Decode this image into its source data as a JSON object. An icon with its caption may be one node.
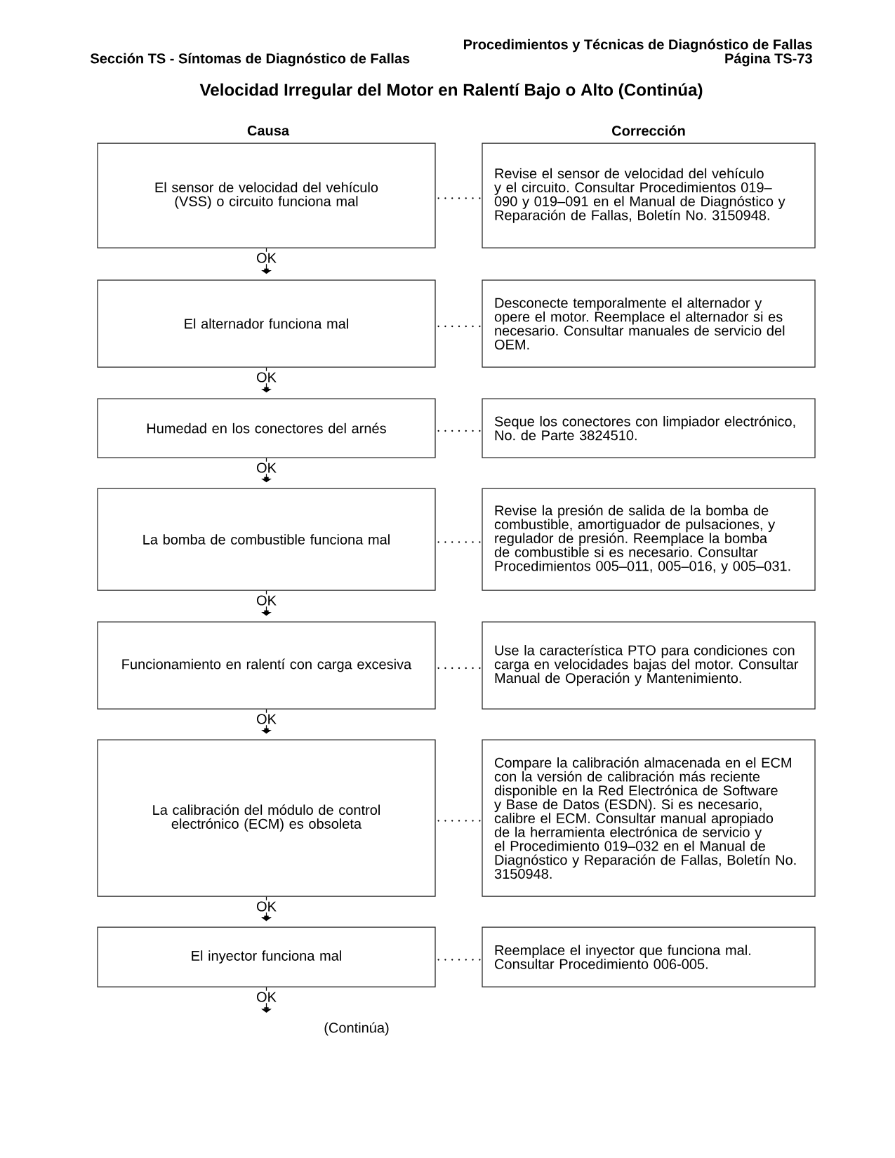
{
  "diagram": {
    "title": "Velocidad Irregular del Motor en Ralentí Bajo o Alto (Continúa)",
    "nodes": [
      {
        "text": [
          "El sensor de velocidad del vehículo (VSS) o circuito funciona mal"
        ]
      },
      {
        "text": [
          "Revise el sensor de velocidad del vehículo y el circuito. Consultar Procedimientos 019–090 y 019–091 en el Manual de Diagnóstico y Reparación de Fallas, Boletín No. 3150948."
        ]
      },
      {
        "text": [
          "El alternador funciona mal"
        ]
      },
      {
        "text": [
          "Desconecte temporalmente el alternador y opere el motor. Reemplace el alternador si es necesario. Consultar manuales de servicio del OEM."
        ]
      },
      {
        "text": [
          "Humedad en los conectores del arnés"
        ]
      },
      {
        "text": [
          "Seque los conectores con limpiador electrónico, No. de Parte 3824510."
        ]
      },
      {
        "text": [
          "La bomba de combustible funciona mal"
        ]
      },
      {
        "text": [
          "Revise la presión de salida de la bomba de combustible, amortiguador de pulsaciones, y regulador de presión. Reemplace la bomba de combustible si es necesario. Consultar Procedimientos 005–011, 005–016, y 005–031."
        ]
      },
      {
        "text": [
          "Funcionamiento en ralentí con carga excesiva"
        ]
      },
      {
        "text": [
          "Use la característica PTO para condiciones con carga en velocidades bajas del motor. Consultar Manual de Operación y Mantenimiento."
        ]
      },
      {
        "text": [
          "La calibración del módulo de control electrónico (ECM) es obsoleta"
        ]
      },
      {
        "text": [
          "Compare la calibración almacenada en el ECM con la versión de calibración más reciente disponible en la Red Electrónica de Software y Base de Datos (ESDN). Si es necesario, calibre el ECM. Consultar manual apropiado de la herramienta electrónica de servicio y el Procedimiento 019–032 en el Manual de Diagnóstico y Reparación de Fallas, Boletín No. 3150948."
        ]
      },
      {
        "text": [
          "El inyector funciona mal"
        ]
      },
      {
        "text": [
          "Reemplace el inyector que funciona mal. Consultar Procedimiento 006-005."
        ]
      }
    ],
    "edges": [
      {
        "from": 0,
        "to": 1,
        "arrow": "none",
        "style": "dashed"
      },
      {
        "from": 0,
        "to": 2,
        "arrow": "to",
        "label": "OK"
      },
      {
        "from": 2,
        "to": 3,
        "arrow": "none",
        "style": "dashed"
      },
      {
        "from": 2,
        "to": 4,
        "arrow": "to",
        "label": "OK"
      },
      {
        "from": 4,
        "to": 5,
        "arrow": "none",
        "style": "dashed"
      },
      {
        "from": 4,
        "to": 6,
        "arrow": "to",
        "label": "OK"
      },
      {
        "from": 6,
        "to": 7,
        "arrow": "none",
        "style": "dashed"
      },
      {
        "from": 6,
        "to": 8,
        "arrow": "to",
        "label": "OK"
      },
      {
        "from": 8,
        "to": 9,
        "arrow": "none",
        "style": "dashed"
      },
      {
        "from": 8,
        "to": 10,
        "arrow": "to",
        "label": "OK"
      },
      {
        "from": 10,
        "to": 11,
        "arrow": "none",
        "style": "dashed"
      },
      {
        "from": 10,
        "to": 12,
        "arrow": "to",
        "label": "OK"
      },
      {
        "from": 12,
        "to": 13,
        "arrow": "none",
        "style": "dashed"
      },
      {
        "from": 12,
        "to": null,
        "arrow": "to",
        "label": "OK"
      }
    ],
    "labels": [
      "Procedimientos y Técnicas de Diagnóstico de Fallas",
      "Sección TS - Síntomas de Diagnóstico de Fallas",
      "Página TS-73",
      "Causa",
      "Corrección",
      "(Continúa)"
    ]
  }
}
